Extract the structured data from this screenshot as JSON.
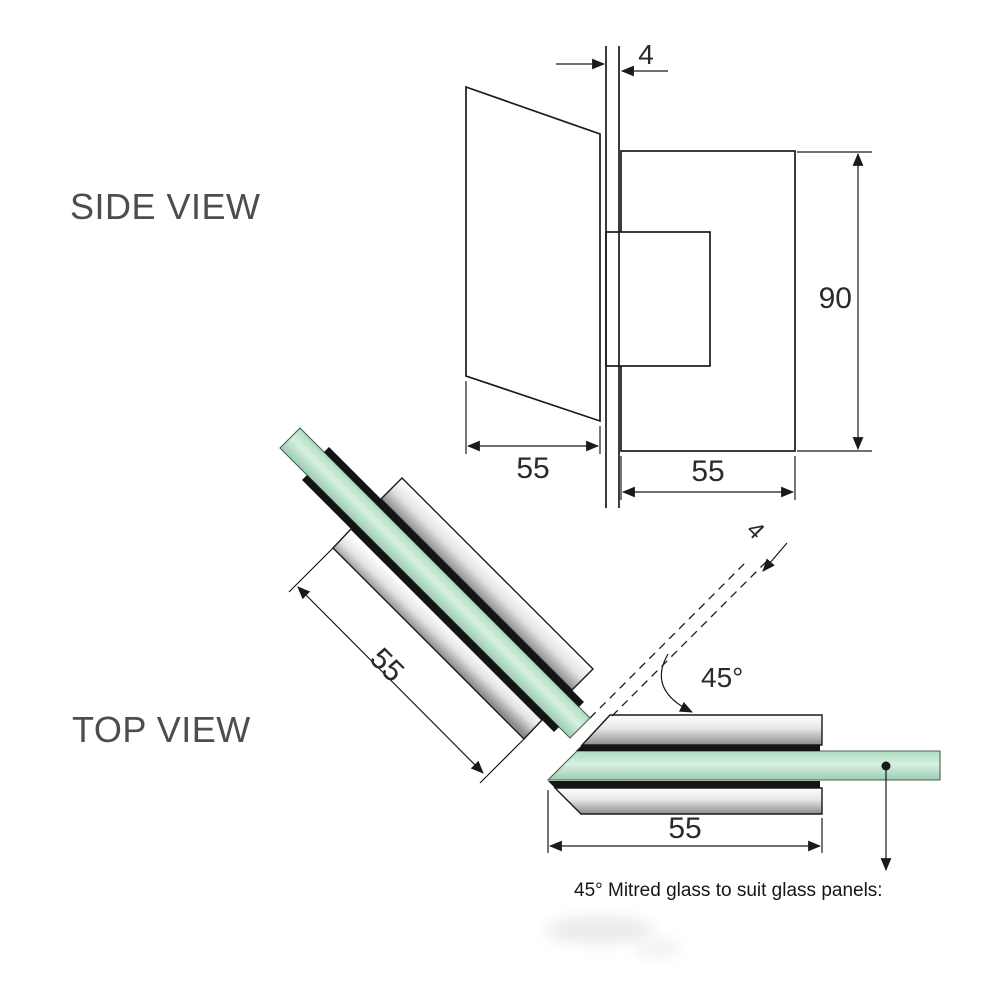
{
  "labels": {
    "side_view": "SIDE VIEW",
    "top_view": "TOP VIEW"
  },
  "side_view": {
    "glass_thickness": "4",
    "hinge_height": "90",
    "panel_width": "55",
    "plate_width": "55"
  },
  "top_view": {
    "glass_gap": "4",
    "mitre_angle": "45°",
    "diagonal_width": "55",
    "horizontal_width": "55"
  },
  "caption": "45° Mitred glass to suit glass panels:",
  "colors": {
    "glass": "#b9e3c9",
    "metal_dark": "#8d8d8d",
    "line": "#1a1a1a",
    "label": "#4d4d4d"
  }
}
